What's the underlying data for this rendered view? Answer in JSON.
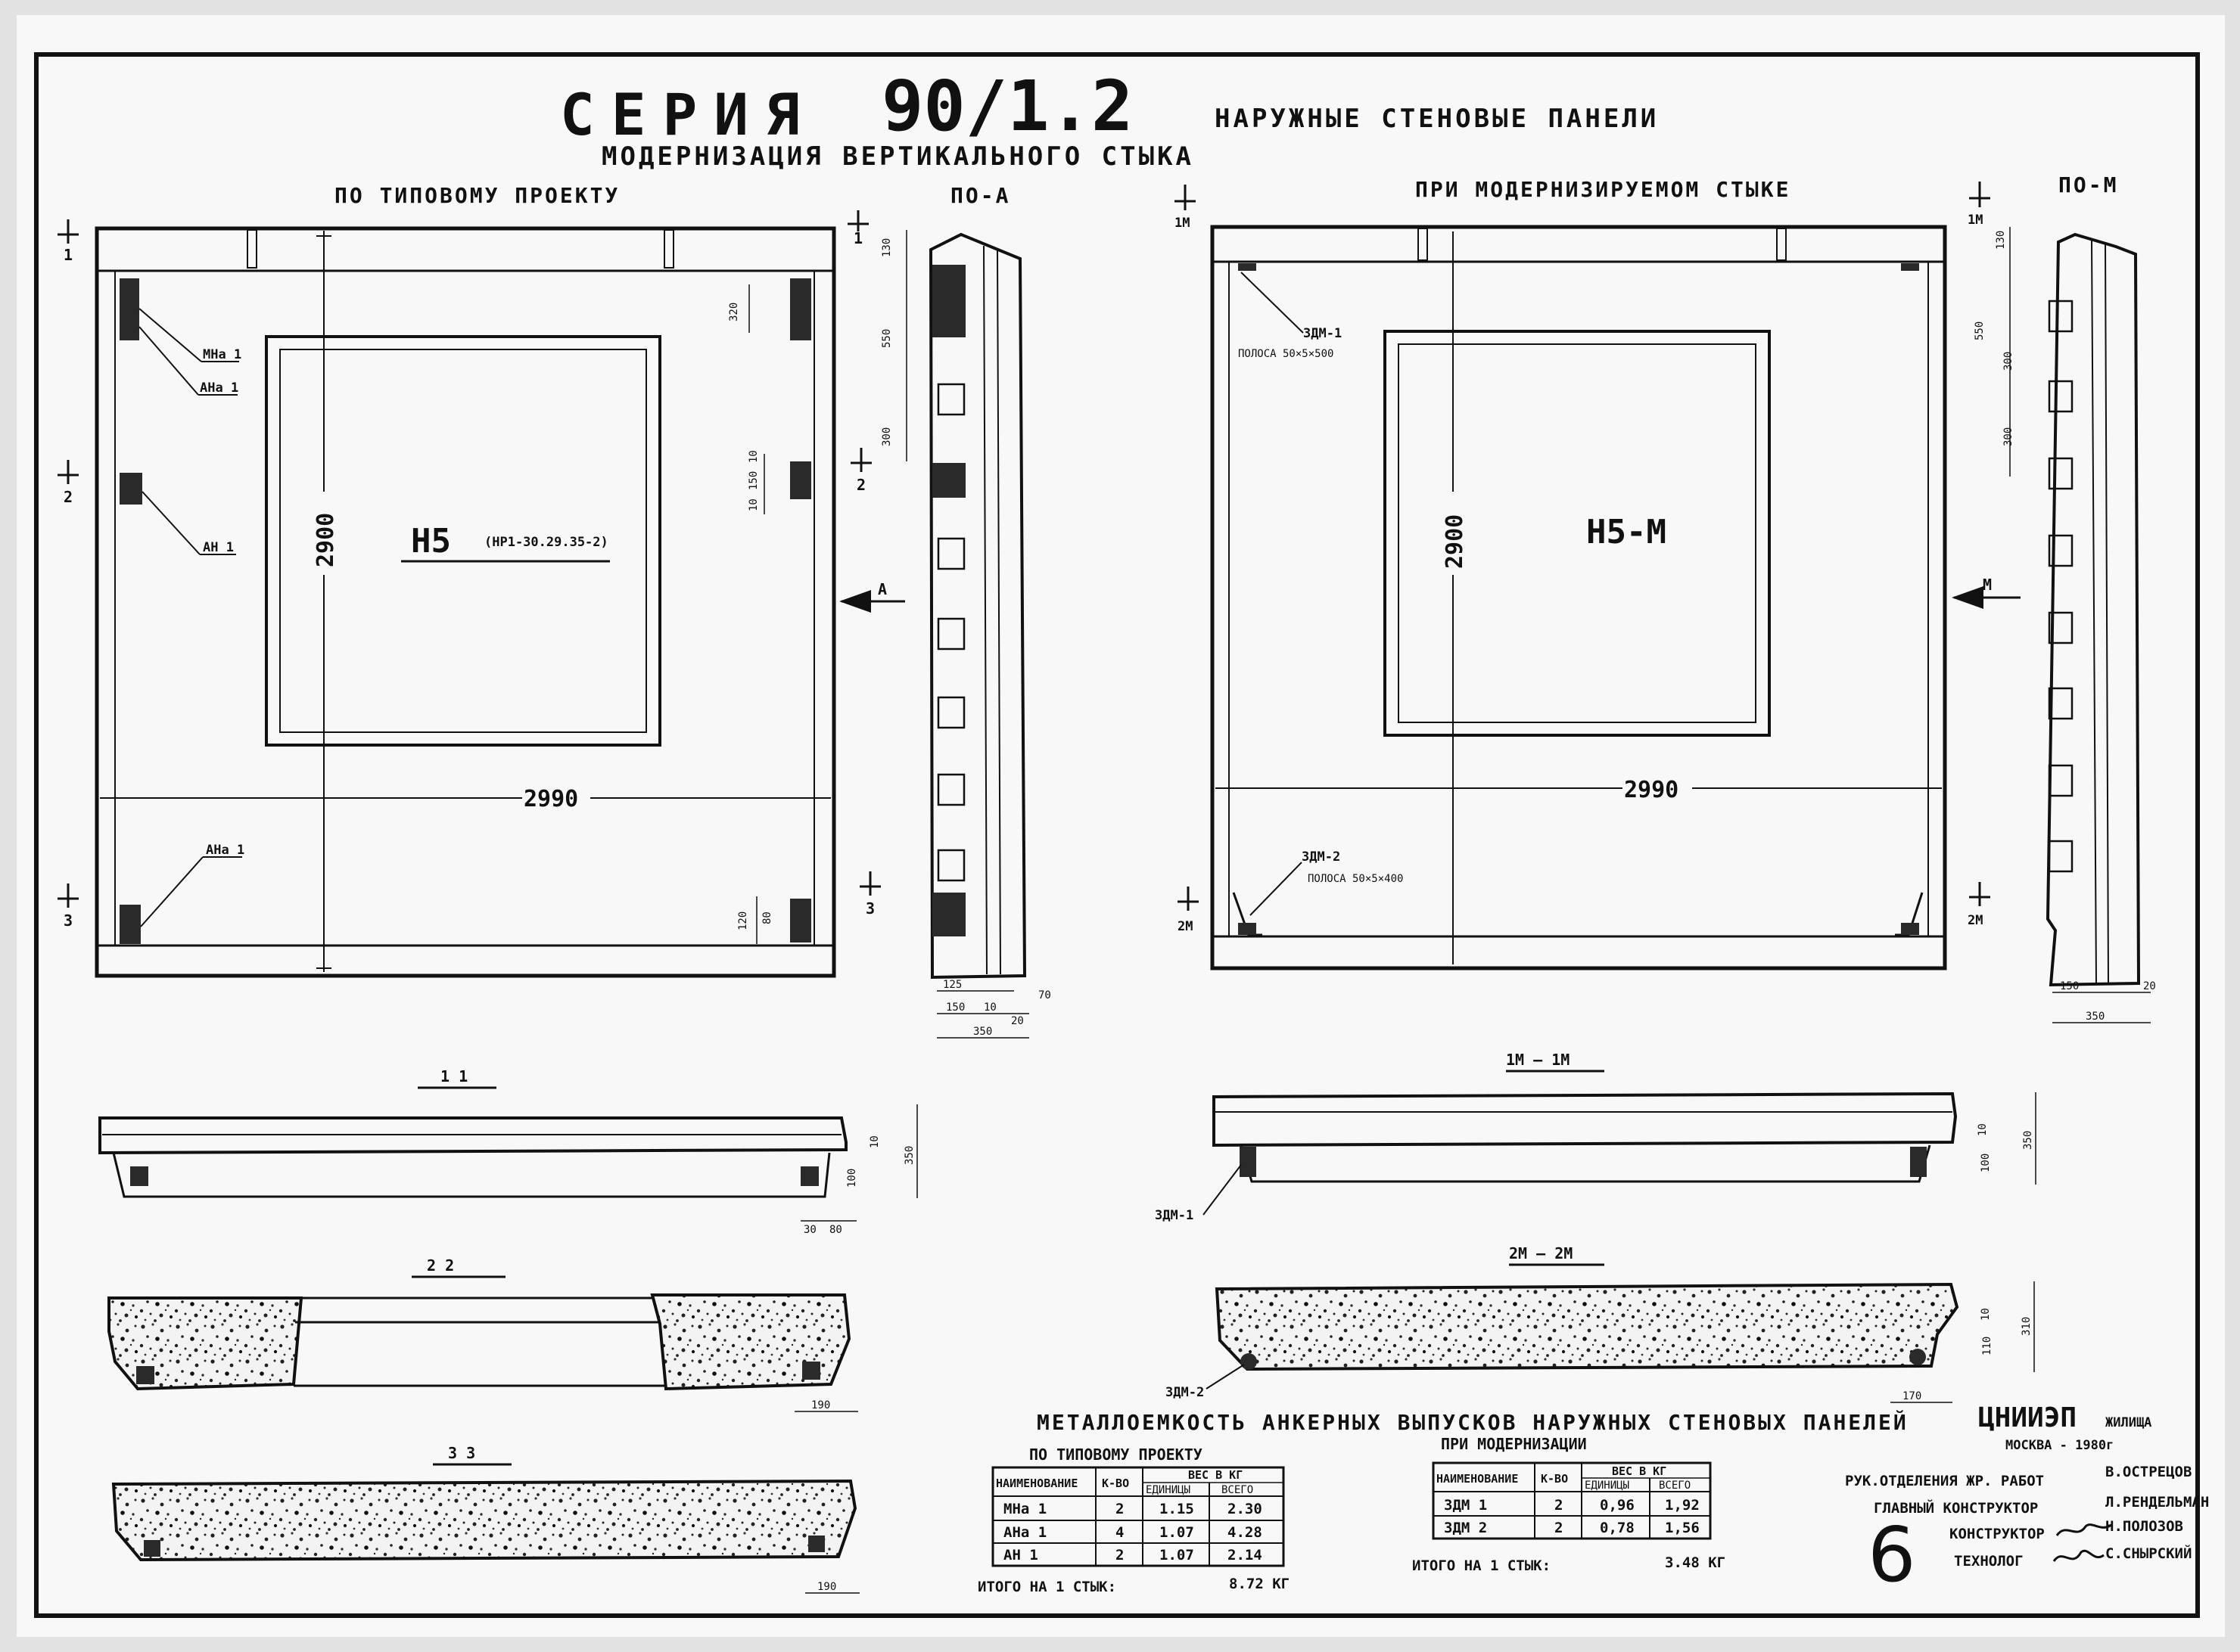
{
  "sheet": {
    "series_word": "СЕРИЯ",
    "series_number": "90/1.2",
    "subtitle": "МОДЕРНИЗАЦИЯ ВЕРТИКАЛЬНОГО СТЫКА",
    "heading": "НАРУЖНЫЕ СТЕНОВЫЕ ПАНЕЛИ",
    "sheet_number": "6"
  },
  "left_panel": {
    "caption": "ПО ТИПОВОМУ ПРОЕКТУ",
    "mark": "Н5",
    "code": "(НР1-30.29.35-2)",
    "height": "2900",
    "width": "2990",
    "labels": {
      "mna1": "МНа 1",
      "ana1_top": "АНа 1",
      "an1": "АН 1",
      "ana1_bot": "АНа 1"
    },
    "dims": {
      "d320": "320",
      "d10a": "10",
      "d150": "150",
      "d10b": "10",
      "d120": "120",
      "d80": "80"
    },
    "cuts": {
      "c1": "1",
      "c2": "2",
      "c3": "3",
      "c1r": "1",
      "c2r": "2",
      "c3r": "3"
    },
    "view_arrow": "А"
  },
  "left_side": {
    "caption": "ПО-А",
    "dims": {
      "d130": "130",
      "d550": "550",
      "d300": "300",
      "d125": "125",
      "d150": "150",
      "d10": "10",
      "d20": "20",
      "d70": "70",
      "d350": "350"
    }
  },
  "right_panel": {
    "caption": "ПРИ МОДЕРНИЗИРУЕМОМ СТЫКЕ",
    "mark": "Н5-М",
    "height": "2900",
    "width": "2990",
    "labels": {
      "zdm1": "ЗДМ-1",
      "zdm1_note": "ПОЛОСА 50×5×500",
      "zdm2": "ЗДМ-2",
      "zdm2_note": "ПОЛОСА 50×5×400"
    },
    "cuts": {
      "c1": "1М",
      "c2": "2М",
      "c1r": "1М",
      "c2r": "2М"
    },
    "view_arrow": "М"
  },
  "right_side": {
    "caption": "ПО-М",
    "dims": {
      "d130": "130",
      "d550": "550",
      "d300a": "300",
      "d300b": "300",
      "d150": "150",
      "d20": "20",
      "d350": "350"
    }
  },
  "sections": {
    "s11": "1 1",
    "s11_dims": {
      "d10": "10",
      "d350": "350",
      "d100": "100",
      "d30": "30",
      "d80": "80"
    },
    "s22": "2 2",
    "s22_dim": "190",
    "s33": "3 3",
    "s33_dim": "190",
    "s1m": "1М – 1М",
    "s1m_dims": {
      "d10": "10",
      "d350": "350",
      "d100": "100"
    },
    "s1m_label": "ЗДМ-1",
    "s2m": "2М – 2М",
    "s2m_dims": {
      "d10": "10",
      "d310": "310",
      "d110": "110",
      "d170": "170"
    },
    "s2m_label": "ЗДМ-2"
  },
  "tables": {
    "caption": "МЕТАЛЛОЕМКОСТЬ АНКЕРНЫХ ВЫПУСКОВ НАРУЖНЫХ СТЕНОВЫХ ПАНЕЛЕЙ",
    "left_caption": "ПО ТИПОВОМУ ПРОЕКТУ",
    "right_caption": "ПРИ МОДЕРНИЗАЦИИ",
    "headers": {
      "name": "НАИМЕНОВАНИЕ",
      "qty": "К-ВО",
      "weight": "ВЕС В КГ",
      "unit": "ЕДИНИЦЫ",
      "total": "ВСЕГО"
    },
    "left_rows": [
      {
        "name": "МНа 1",
        "qty": "2",
        "unit": "1.15",
        "total": "2.30"
      },
      {
        "name": "АНа 1",
        "qty": "4",
        "unit": "1.07",
        "total": "4.28"
      },
      {
        "name": "АН 1",
        "qty": "2",
        "unit": "1.07",
        "total": "2.14"
      }
    ],
    "left_total_label": "ИТОГО НА 1 СТЫК:",
    "left_total_value": "8.72 КГ",
    "right_rows": [
      {
        "name": "ЗДМ 1",
        "qty": "2",
        "unit": "0,96",
        "total": "1,92"
      },
      {
        "name": "ЗДМ 2",
        "qty": "2",
        "unit": "0,78",
        "total": "1,56"
      }
    ],
    "right_total_label": "ИТОГО НА 1 СТЫК:",
    "right_total_value": "3.48 КГ"
  },
  "stamp": {
    "org": "ЦНИИЭП",
    "org_suffix": "ЖИЛИЩА",
    "city": "МОСКВА - 1980г",
    "rows": [
      {
        "role": "РУК.ОТДЕЛЕНИЯ ЖР. РАБОТ",
        "name": "В.ОСТРЕЦОВ"
      },
      {
        "role": "ГЛАВНЫЙ КОНСТРУКТОР",
        "name": "Л.РЕНДЕЛЬМАН"
      },
      {
        "role": "КОНСТРУКТОР",
        "name": "Н.ПОЛОЗОВ"
      },
      {
        "role": "ТЕХНОЛОГ",
        "name": "С.СНЫРСКИЙ"
      }
    ]
  }
}
